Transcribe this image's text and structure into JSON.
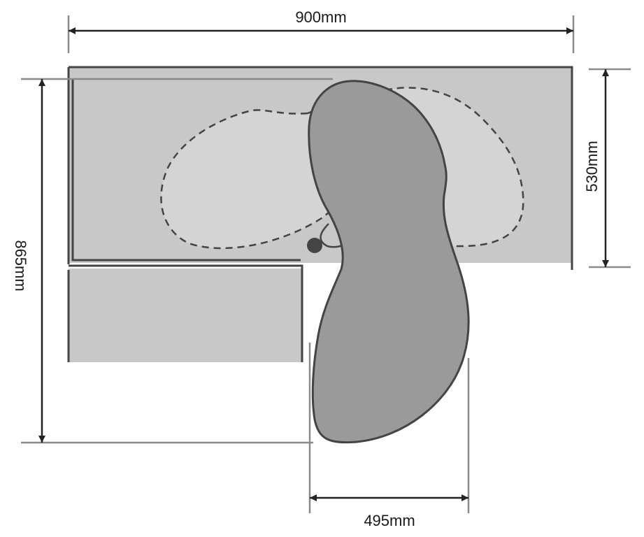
{
  "dimensions": {
    "width_top": "900mm",
    "depth_left": "865mm",
    "depth_right": "530mm",
    "opening_bottom": "495mm"
  },
  "colors": {
    "cabinet_fill": "#c8c8c8",
    "shelf_dashed_fill": "#d4d4d4",
    "shelf_solid_fill": "#9a9a9a",
    "outline": "#444444",
    "dimension_line": "#222222",
    "extension_line": "#8a8a8a"
  }
}
